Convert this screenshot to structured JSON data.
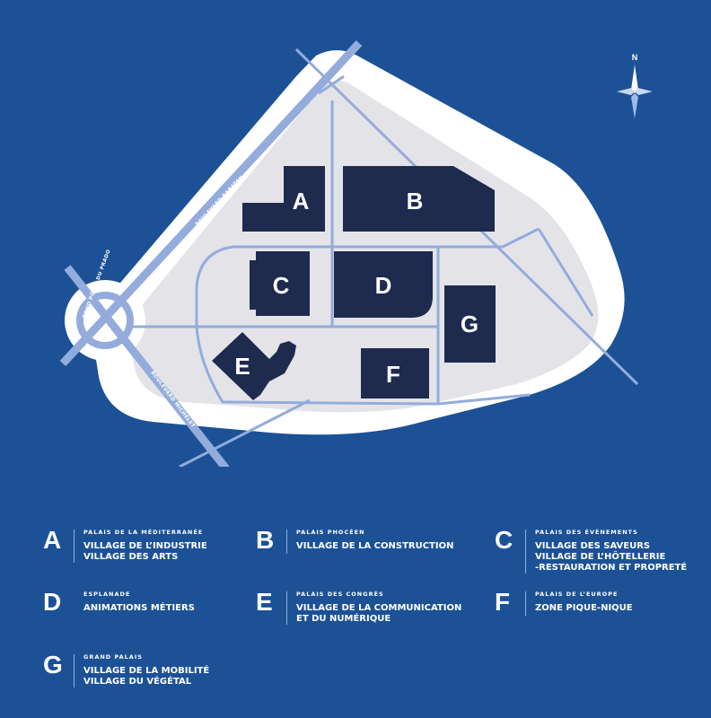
{
  "compass": {
    "label": "N",
    "icon": "compass-rose-icon"
  },
  "roads": {
    "boulevard_rabatau": "BOULEVARD RABATAU",
    "boulevard_michelet": "BOULEVARD MICHELET",
    "rond_point": "ROND POINT DU PRADO"
  },
  "buildings": [
    {
      "letter": "A"
    },
    {
      "letter": "B"
    },
    {
      "letter": "C"
    },
    {
      "letter": "D"
    },
    {
      "letter": "E"
    },
    {
      "letter": "F"
    },
    {
      "letter": "G"
    }
  ],
  "legend": [
    {
      "letter": "A",
      "venue": "Palais de la Méditerranée",
      "lines": [
        "Village de l’industrie",
        "Village des arts"
      ]
    },
    {
      "letter": "B",
      "venue": "Palais Phocéen",
      "lines": [
        "Village de la construction"
      ]
    },
    {
      "letter": "C",
      "venue": "Palais des évènements",
      "lines": [
        "Village des saveurs",
        "Village de l’hôtellerie",
        "-restauration et propreté"
      ]
    },
    {
      "letter": "D",
      "venue": "Esplanade",
      "lines": [
        "Animations métiers"
      ]
    },
    {
      "letter": "E",
      "venue": "Palais des congrès",
      "lines": [
        "Village de la communication",
        "et du numérique"
      ]
    },
    {
      "letter": "F",
      "venue": "Palais de l’Europe",
      "lines": [
        "Zone pique-nique"
      ]
    },
    {
      "letter": "G",
      "venue": "Grand Palais",
      "lines": [
        "Village de la mobilité",
        "Village du végétal"
      ]
    }
  ],
  "colors": {
    "background": "#1c5196",
    "site": "#e4e4e8",
    "ring": "#ffffff",
    "building": "#1e2a4e",
    "road": "#93acdc"
  }
}
